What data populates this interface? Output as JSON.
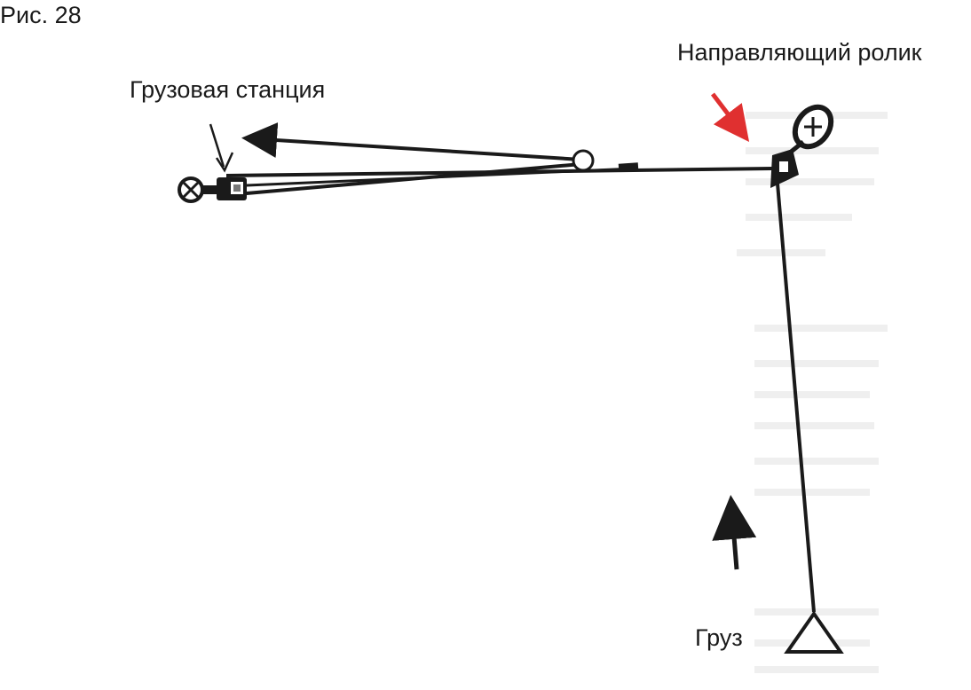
{
  "figure": {
    "label": "Рис. 28"
  },
  "labels": {
    "cargo_station": "Грузовая станция",
    "guide_pulley": "Направляющий ролик",
    "load": "Груз"
  },
  "colors": {
    "ink": "#1a1a1a",
    "accent_arrow": "#e03030",
    "background_text": "#d9d9d9"
  },
  "icons": [
    "anchor-ring-icon",
    "rope-grab-icon",
    "pulley-icon",
    "load-triangle-icon",
    "arrow-icon"
  ]
}
